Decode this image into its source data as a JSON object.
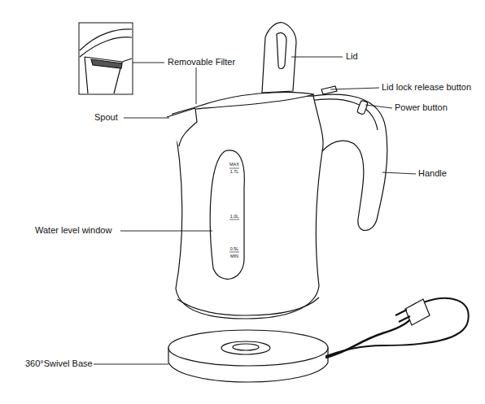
{
  "diagram": {
    "labels": [
      "Removable Filter",
      "Lid",
      "Lid lock release button",
      "Power button",
      "Spout",
      "Handle",
      "Water level window",
      "360°Swivel Base",
      "MAX",
      "1.7L",
      "1.0L",
      "0.5L",
      "MIN"
    ]
  }
}
